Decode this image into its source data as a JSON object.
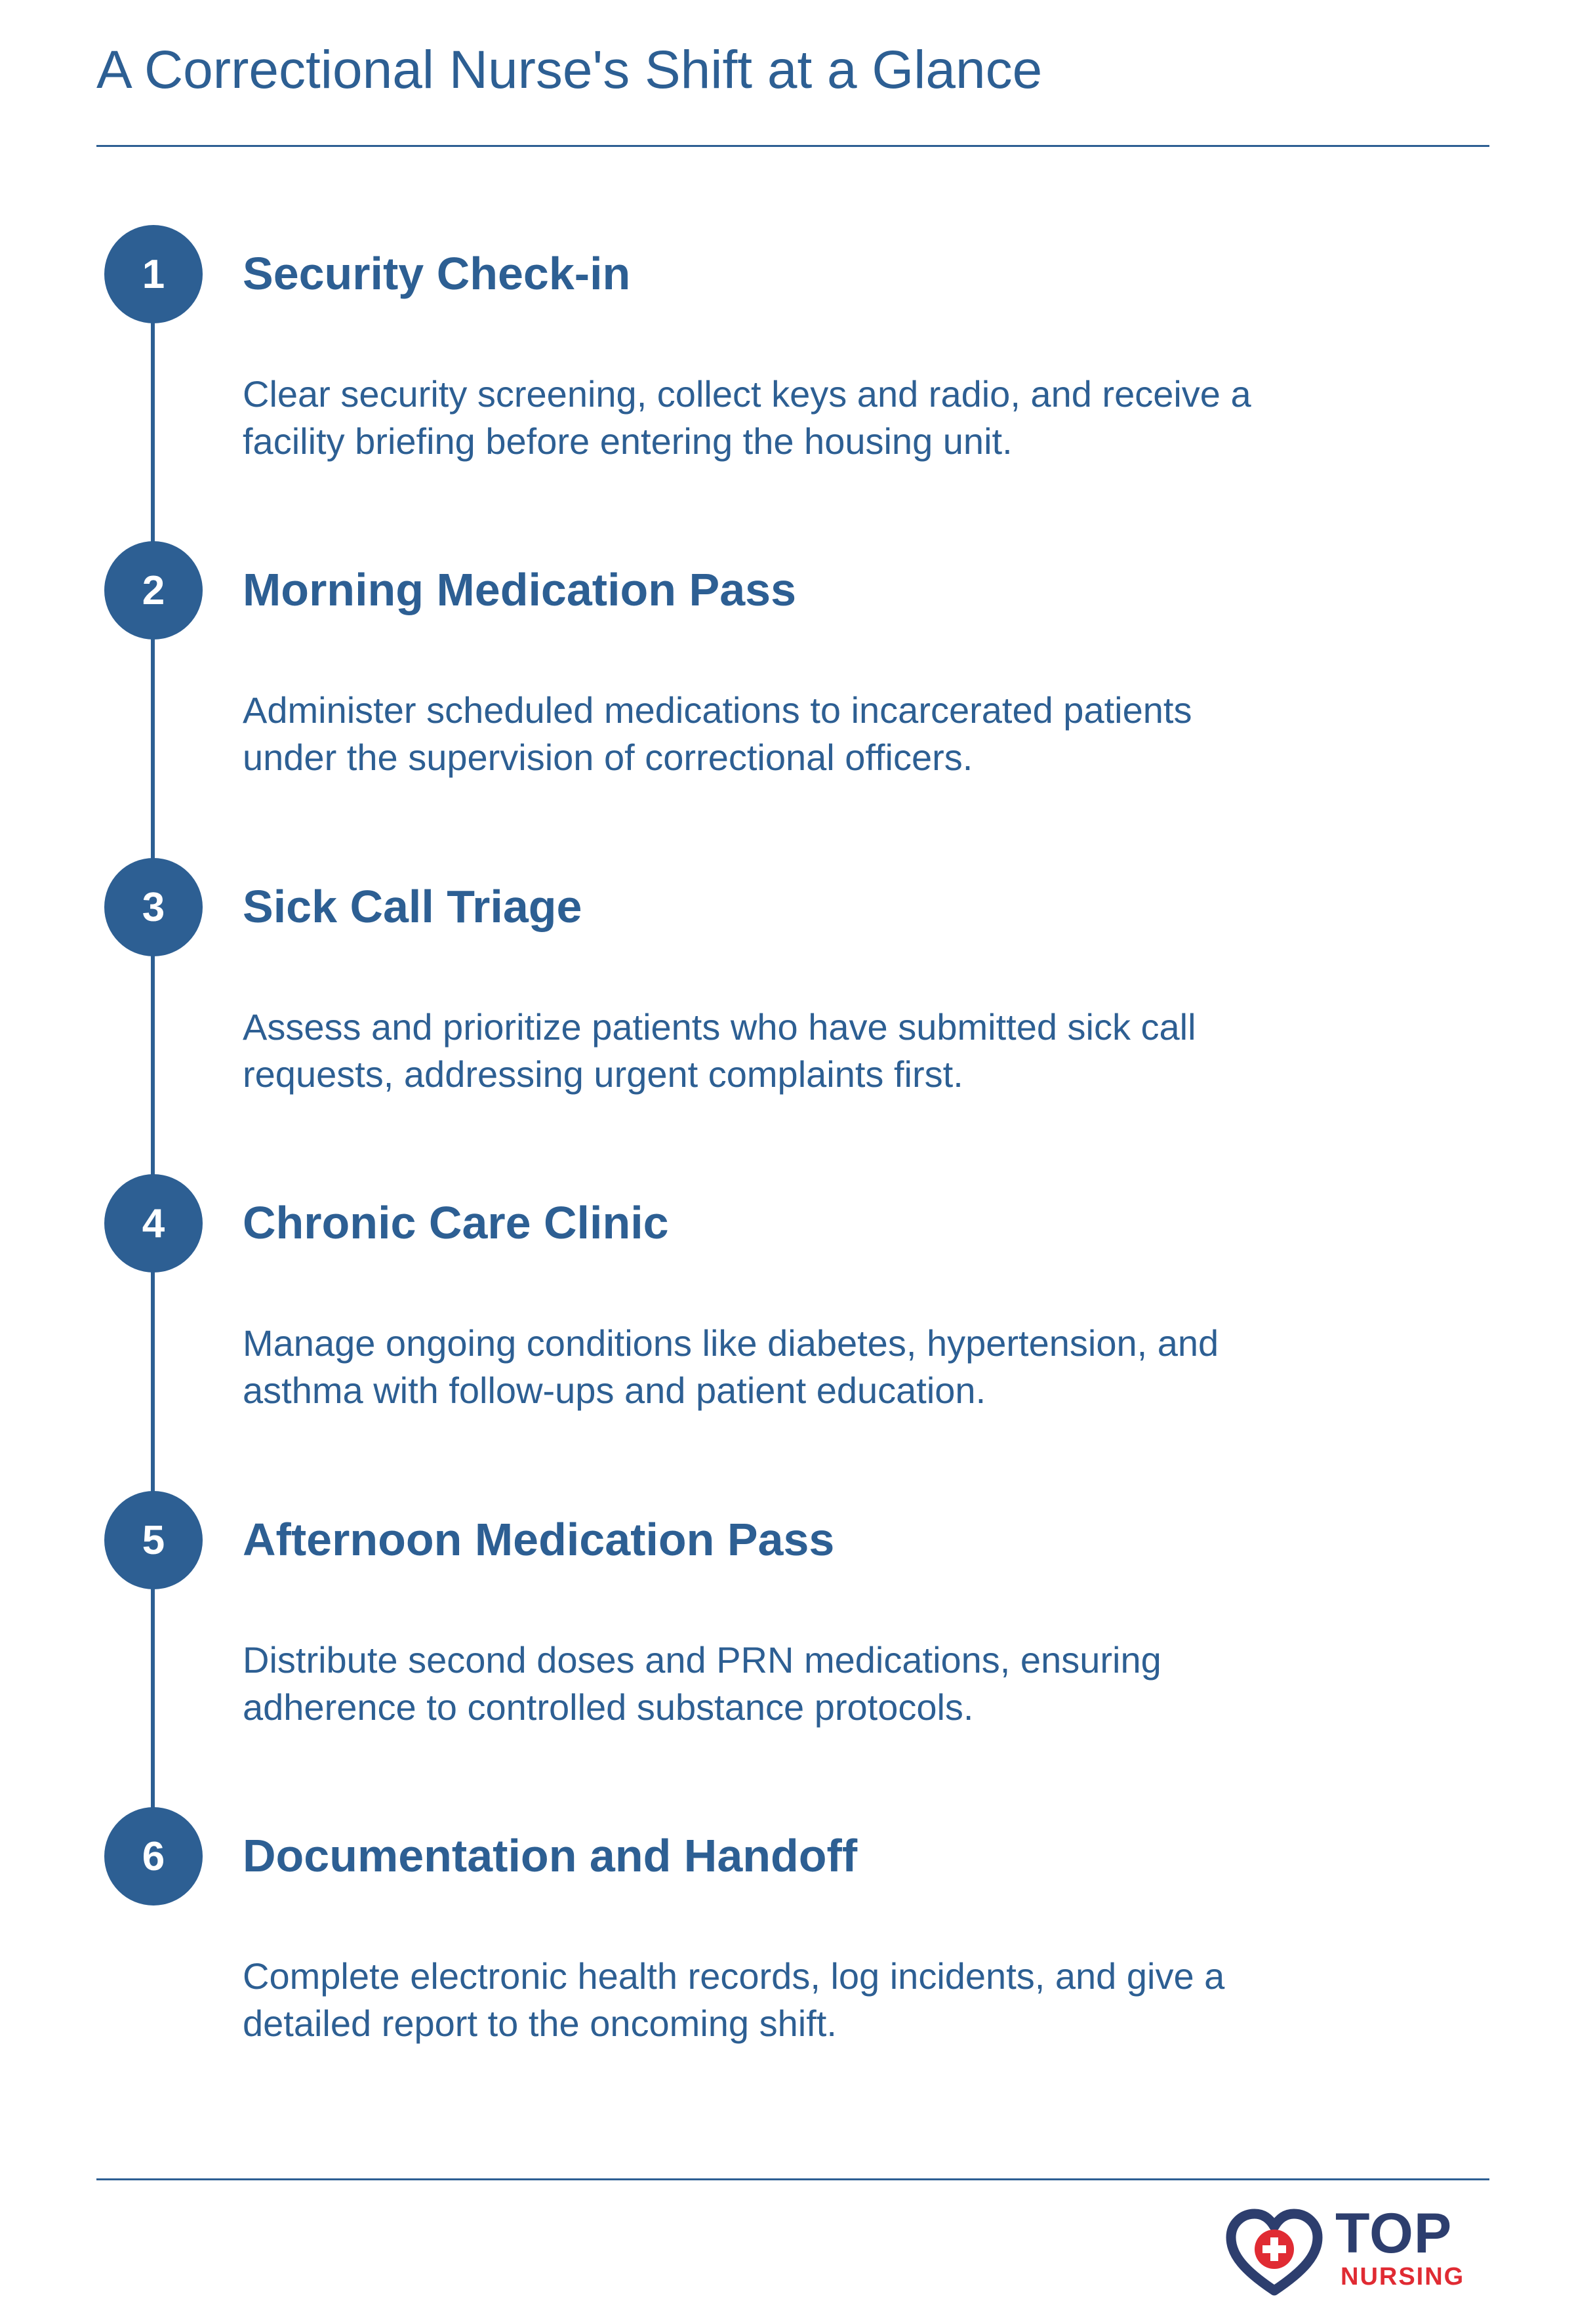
{
  "header": {
    "title": "A Correctional Nurse's Shift at a Glance"
  },
  "steps": [
    {
      "number": "1",
      "title": "Security Check-in",
      "description": "Clear security screening, collect keys and radio, and receive a facility briefing before entering the housing unit."
    },
    {
      "number": "2",
      "title": "Morning Medication Pass",
      "description": "Administer scheduled medications to incarcerated patients under the supervision of correctional officers."
    },
    {
      "number": "3",
      "title": "Sick Call Triage",
      "description": "Assess and prioritize patients who have submitted sick call requests, addressing urgent complaints first."
    },
    {
      "number": "4",
      "title": "Chronic Care Clinic",
      "description": "Manage ongoing conditions like diabetes, hypertension, and asthma with follow-ups and patient education."
    },
    {
      "number": "5",
      "title": "Afternoon Medication Pass",
      "description": "Distribute second doses and PRN medications, ensuring adherence to controlled substance protocols."
    },
    {
      "number": "6",
      "title": "Documentation and Handoff",
      "description": "Complete electronic health records, log incidents, and give a detailed report to the oncoming shift."
    }
  ],
  "logo": {
    "line1": "TOP",
    "line2": "NURSING",
    "icon": "heart-cross-icon"
  },
  "colors": {
    "primary": "#2d5f93",
    "logo_navy": "#2d3e6e",
    "logo_red": "#e02b33",
    "background": "#ffffff"
  }
}
